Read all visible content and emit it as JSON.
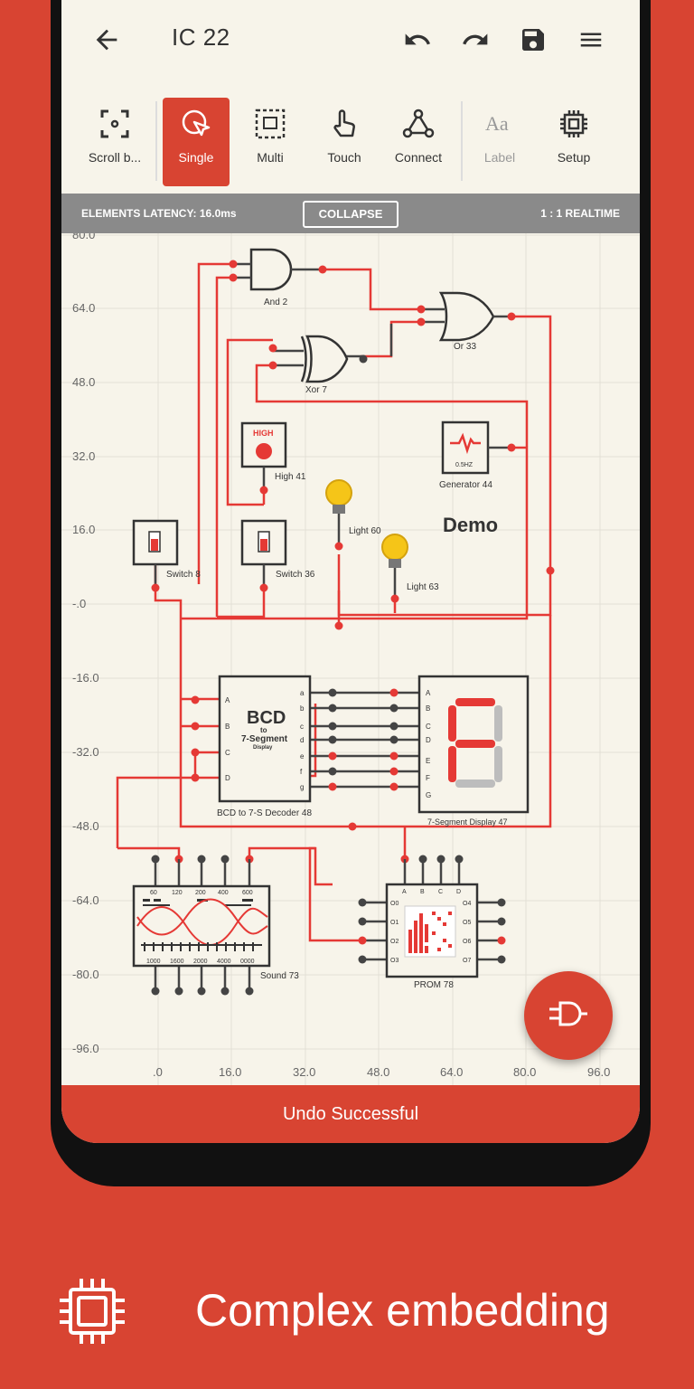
{
  "appbar": {
    "title": "IC 22",
    "back_icon": "arrow-back-icon",
    "undo_icon": "undo-icon",
    "redo_icon": "redo-icon",
    "save_icon": "save-icon",
    "menu_icon": "menu-icon"
  },
  "tools": [
    {
      "label": "Scroll b...",
      "icon": "scroll-icon"
    },
    {
      "label": "Single",
      "icon": "single-select-icon",
      "active": true
    },
    {
      "label": "Multi",
      "icon": "multi-select-icon"
    },
    {
      "label": "Touch",
      "icon": "touch-icon"
    },
    {
      "label": "Connect",
      "icon": "connect-icon"
    },
    {
      "label": "Label",
      "icon": "label-icon"
    },
    {
      "label": "Setup",
      "icon": "chip-icon"
    }
  ],
  "status": {
    "latency": "ELEMENTS LATENCY: 16.0ms",
    "collapse": "COLLAPSE",
    "realtime": "1 : 1 REALTIME"
  },
  "axes": {
    "y": [
      "80.0",
      "64.0",
      "48.0",
      "32.0",
      "16.0",
      "-.0",
      "-16.0",
      "-32.0",
      "-48.0",
      "-64.0",
      "-80.0",
      "-96.0"
    ],
    "x": [
      ".0",
      "16.0",
      "32.0",
      "48.0",
      "64.0",
      "80.0",
      "96.0"
    ]
  },
  "circuit": {
    "and_label": "And 2",
    "or_label": "Or 33",
    "xor_label": "Xor 7",
    "high_label": "High 41",
    "high_text": "HIGH",
    "gen_label": "Generator 44",
    "gen_text": "0.5HZ",
    "switch1_label": "Switch 8",
    "switch2_label": "Switch 36",
    "light1_label": "Light 60",
    "light2_label": "Light 63",
    "demo": "Demo",
    "bcd_title": "BCD",
    "bcd_to": "to",
    "bcd_sub": "7-Segment",
    "bcd_disp": "Display",
    "bcd_label": "BCD to 7-S Decoder 48",
    "bcd_inputs": [
      "A",
      "B",
      "C",
      "D"
    ],
    "bcd_outputs": [
      "a",
      "b",
      "c",
      "d",
      "e",
      "f",
      "g"
    ],
    "seg_inputs": [
      "A",
      "B",
      "C",
      "D",
      "E",
      "F",
      "G"
    ],
    "seg_label": "7-Segment Display 47",
    "sound_label": "Sound 73",
    "sound_top": [
      "60",
      "120",
      "200",
      "400",
      "600"
    ],
    "sound_bottom": [
      "1000",
      "1600",
      "2000",
      "4000",
      "0000"
    ],
    "prom_label": "PROM 78",
    "prom_top": [
      "A",
      "B",
      "C",
      "D"
    ],
    "prom_left": [
      "O0",
      "O1",
      "O2",
      "O3"
    ],
    "prom_right": [
      "O4",
      "O5",
      "O6",
      "O7"
    ]
  },
  "snackbar": "Undo Successful",
  "fab_icon": "add-gate-icon",
  "caption": "Complex embedding",
  "caption_icon": "chip-icon",
  "colors": {
    "accent": "#d84432",
    "wire": "#e53935",
    "paper": "#f7f4ea"
  }
}
